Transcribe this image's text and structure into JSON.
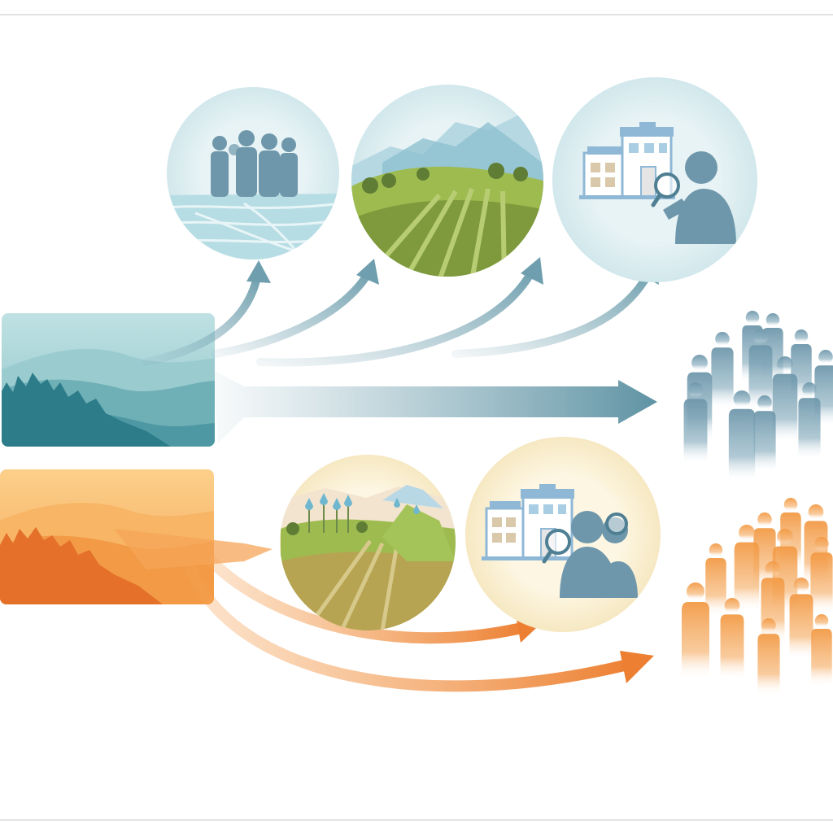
{
  "diagram": {
    "kind": "flow-illustration",
    "text_labels": [],
    "colors": {
      "background": "#ffffff",
      "frame_line": "#d8d8d8",
      "teal_light": "#b9dde0",
      "teal_mid": "#6fb0b7",
      "teal_dark": "#2d7c8a",
      "blue_arrow": "#7aa6b4",
      "blue_figure": "#6e97ab",
      "orange_light": "#fbc77e",
      "orange_mid": "#f29a45",
      "orange_dark": "#e4702a",
      "orange_arrow": "#f08a3c",
      "orange_figure": "#f3a45a",
      "field_green": "#9dbb4f",
      "field_olive": "#7e9a3c",
      "water_blue": "#a9d6e0",
      "circle_teal_bg": "#e6f2f4",
      "circle_cream_bg": "#fbf3dc",
      "building_blue": "#8fb8d6"
    },
    "groups": [
      {
        "id": "blue-source",
        "source_panel_icon": "teal-forest-landscape-icon",
        "outcome_icon": "blue-crowd-icon",
        "stages": [
          "people-on-shore-icon",
          "mountain-farmland-icon",
          "building-inspector-icon"
        ]
      },
      {
        "id": "orange-source",
        "source_panel_icon": "orange-forest-landscape-icon",
        "outcome_icon": "orange-crowd-icon",
        "stages": [
          "rainy-farmland-icon",
          "building-inspector-icon"
        ]
      }
    ]
  }
}
